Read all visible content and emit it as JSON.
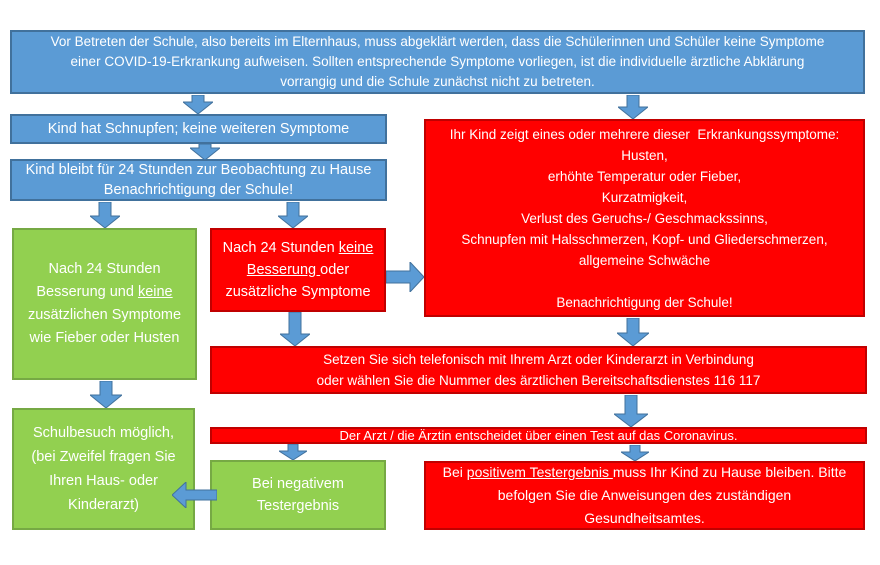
{
  "palette": {
    "blue": "#5B9BD5",
    "blueBorder": "#41719C",
    "green": "#92D050",
    "greenBorder": "#76A944",
    "red": "#FF0000",
    "redBorder": "#C00000",
    "txt": "#FFFFFF"
  },
  "boxes": {
    "intro": {
      "line1": "Vor Betreten der Schule, also bereits im Elternhaus, muss abgeklärt werden, dass die Schülerinnen und Schüler keine Symptome",
      "line2": "einer COVID-19-Erkrankung aufweisen. Sollten entsprechende Symptome vorliegen, ist die individuelle ärztliche Abklärung",
      "line3": "vorrangig und die Schule zunächst nicht zu betreten."
    },
    "schnupfen": {
      "text": "Kind hat Schnupfen; keine weiteren Symptome"
    },
    "beobachtung": {
      "line1": "Kind bleibt für 24 Stunden zur Beobachtung zu Hause",
      "line2": "Benachrichtigung der Schule!"
    },
    "besserung": {
      "line1": "Nach 24 Stunden",
      "line2_pre": "Besserung und ",
      "line2_underline": "keine",
      "line3": "zusätzlichen Symptome",
      "line4": "wie Fieber oder Husten"
    },
    "keine_besserung": {
      "line1_pre": "Nach 24 Stunden ",
      "line1_underline": "keine",
      "line2_underline": "Besserung ",
      "line2_post": "oder",
      "line3": "zusätzliche Symptome"
    },
    "symptome": {
      "lines": [
        "Ihr Kind zeigt eines oder mehrere dieser  Erkrankungssymptome:",
        "Husten,",
        "erhöhte Temperatur oder Fieber,",
        "Kurzatmigkeit,",
        "Verlust des Geruchs-/ Geschmackssinns,",
        "Schnupfen mit Halsschmerzen, Kopf- und Gliederschmerzen,",
        "allgemeine Schwäche",
        "",
        "Benachrichtigung der Schule!"
      ]
    },
    "arzt_kontakt": {
      "line1": "Setzen Sie sich telefonisch mit Ihrem Arzt oder Kinderarzt in Verbindung",
      "line2": "oder wählen Sie die Nummer des ärztlichen Bereitschaftsdienstes 116 117"
    },
    "test_entscheidung": {
      "text": "Der Arzt / die Ärztin entscheidet über einen Test auf das Coronavirus."
    },
    "schulbesuch": {
      "line1": "Schulbesuch möglich,",
      "line2": "(bei Zweifel fragen Sie",
      "line3": "Ihren Haus- oder",
      "line4": "Kinderarzt)"
    },
    "negativ": {
      "line1": "Bei negativem",
      "line2": "Testergebnis"
    },
    "positiv": {
      "pre": "Bei ",
      "underline": "positivem Testergebnis ",
      "post": "muss Ihr Kind zu Hause bleiben. Bitte befolgen Sie die Anweisungen des zuständigen Gesundheitsamtes."
    }
  }
}
